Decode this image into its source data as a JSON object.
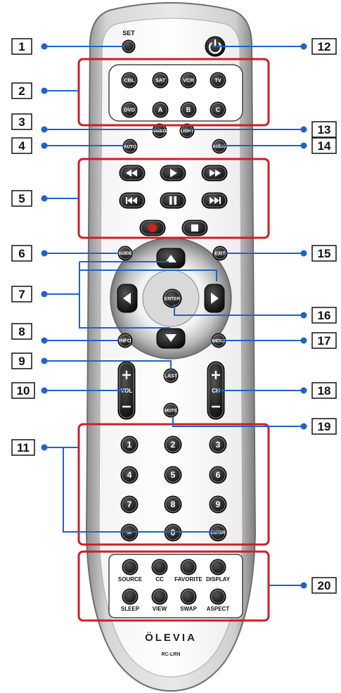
{
  "colors": {
    "accent": "#cc1f2a",
    "callout": "#1f63c9",
    "button": "#111111",
    "body": "#b8b8b8"
  },
  "callouts": {
    "n1": "1",
    "n2": "2",
    "n3": "3",
    "n4": "4",
    "n5": "5",
    "n6": "6",
    "n7": "7",
    "n8": "8",
    "n9": "9",
    "n10": "10",
    "n11": "11",
    "n12": "12",
    "n13": "13",
    "n14": "14",
    "n15": "15",
    "n16": "16",
    "n17": "17",
    "n18": "18",
    "n19": "19",
    "n20": "20"
  },
  "remote": {
    "set_label": "SET",
    "power_icon": "power-icon",
    "source_buttons": [
      "CBL",
      "SAT",
      "VCR",
      "TV",
      "DVD",
      "A",
      "B",
      "C"
    ],
    "freeze": "FREEZE",
    "light": "LIGHT",
    "auto": "AUTO",
    "audio": "AUDIO",
    "transport_icons": [
      "rewind-icon",
      "play-icon",
      "fast-forward-icon",
      "previous-icon",
      "pause-icon",
      "next-icon",
      "record-icon",
      "stop-icon"
    ],
    "guide": "GUIDE",
    "exit": "EXIT",
    "enter": "ENTER",
    "info": "INFO",
    "menu": "MENU",
    "last": "LAST",
    "vol": "VOL",
    "ch": "CH",
    "mute": "MUTE",
    "digits": [
      "1",
      "2",
      "3",
      "4",
      "5",
      "6",
      "7",
      "8",
      "9",
      "–",
      "0",
      "ENTER"
    ],
    "bottom_labels": [
      "SOURCE",
      "CC",
      "FAVORITE",
      "DISPLAY",
      "SLEEP",
      "VIEW",
      "SWAP",
      "ASPECT"
    ],
    "brand": "ÖLEVIA",
    "model": "RC-LRN"
  }
}
